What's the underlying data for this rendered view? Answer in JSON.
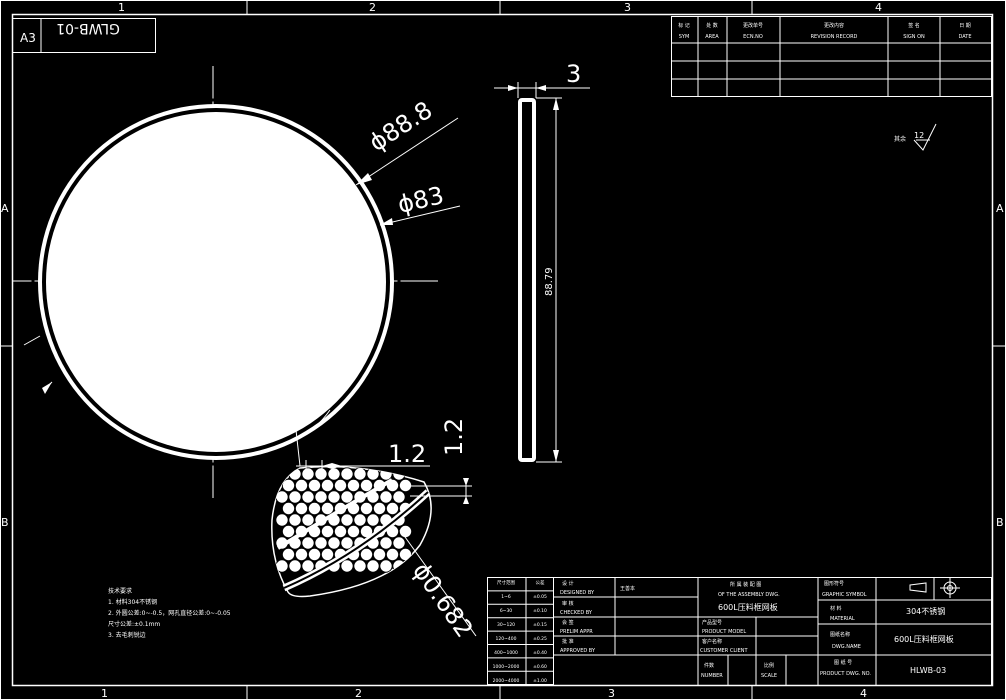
{
  "sheet": {
    "size": "A3",
    "drawing_no_rotated": "GLWB-01",
    "zone_cols_top": [
      "1",
      "2",
      "3",
      "4"
    ],
    "zone_cols_bottom": [
      "1",
      "2",
      "3",
      "4"
    ],
    "zone_rows": [
      "A",
      "B"
    ]
  },
  "dimensions": {
    "outer_dia": "ϕ88.8",
    "inner_dia": "ϕ83",
    "thickness": "3",
    "length": "88.79",
    "pitch": "1.2",
    "gap": "1.2",
    "hole_dia": "ϕ0.682"
  },
  "surface": {
    "label": "其余",
    "value": "12"
  },
  "notes": {
    "title": "技术要求",
    "lines": [
      "1. 材料304不锈钢",
      "2. 外圆公差:0~-0.5，网孔直径公差:0~-0.05",
      "   尺寸公差:±0.1mm",
      "3. 去毛刺锐边"
    ]
  },
  "revision_table": {
    "headers_cn": [
      "标 记",
      "处 数",
      "更改单号",
      "更改内容",
      "签 名",
      "日 期"
    ],
    "headers_en": [
      "SYM",
      "AREA",
      "ECN.NO",
      "REVISION RECORD",
      "SIGN ON",
      "DATE"
    ]
  },
  "tolerance_table": {
    "headers": [
      "尺寸范围",
      "公差"
    ],
    "rows": [
      [
        "1~6",
        "±0.05"
      ],
      [
        "6~30",
        "±0.10"
      ],
      [
        "30~120",
        "±0.15"
      ],
      [
        "120~400",
        "±0.25"
      ],
      [
        "400~1000",
        "±0.40"
      ],
      [
        "1000~2000",
        "±0.60"
      ],
      [
        "2000~4000",
        "±1.00"
      ]
    ]
  },
  "title_block": {
    "designed_cn": "设 计",
    "designed_en": "DESIGNED BY",
    "designer": "王善本",
    "checked_cn": "审 核",
    "checked_en": "CHECKED BY",
    "prelim_cn": "会 签",
    "prelim_en": "PRELIM APPR",
    "approved_cn": "批 准",
    "approved_en": "APPROVED BY",
    "assembly_cn": "所 属 装 配 图",
    "assembly_en": "OF THE ASSEMBLY DWG.",
    "assembly_value": "600L压料框网板",
    "model_cn": "产品型号",
    "model_en": "PRODUCT MODEL",
    "customer_cn": "客户名称",
    "customer_en": "CUSTOMER CLIENT",
    "number_cn": "件数",
    "number_en": "NUMBER",
    "scale_cn": "比例",
    "scale_en": "SCALE",
    "symbol_cn": "图形符号",
    "symbol_en": "GRAPHIC SYMBOL",
    "material_cn": "材 料",
    "material_en": "MATERIAL",
    "material_value": "304不锈钢",
    "dwgname_cn": "图纸名称",
    "dwgname_en": "DWG.NAME",
    "dwgname_value": "600L压料框网板",
    "dwgno_cn": "图 纸 号",
    "dwgno_en": "PRODUCT DWG. NO.",
    "dwgno_value": "HLWB-03"
  }
}
